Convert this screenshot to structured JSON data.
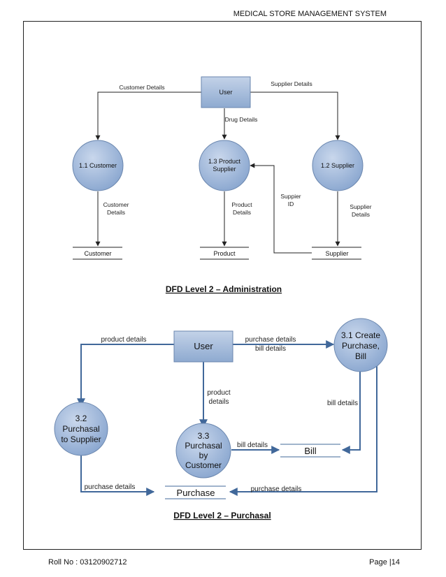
{
  "header": {
    "title": "MEDICAL STORE MANAGEMENT SYSTEM"
  },
  "footer": {
    "roll": "Roll No : 03120902712",
    "page": "Page |14"
  },
  "dfd_admin": {
    "caption": "DFD Level 2 – Administration",
    "user": "User",
    "p_customer": "1.1 Customer",
    "p_product_l1": "1.3 Product",
    "p_product_l2": "Supplier",
    "p_supplier": "1.2 Supplier",
    "s_customer": "Customer",
    "s_product": "Product",
    "s_supplier": "Supplier",
    "f_customer_details": "Customer Details",
    "f_supplier_details": "Supplier Details",
    "f_drug_details": "Drug Details",
    "f_cust_det_l1": "Customer",
    "f_cust_det_l2": "Details",
    "f_prod_det_l1": "Product",
    "f_prod_det_l2": "Details",
    "f_supp_id_l1": "Suppier",
    "f_supp_id_l2": "ID",
    "f_supp_det_l1": "Supplier",
    "f_supp_det_l2": "Details"
  },
  "dfd_purchasal": {
    "caption": "DFD Level 2 – Purchasal",
    "user": "User",
    "p_create_l1": "3.1 Create",
    "p_create_l2": "Purchase,",
    "p_create_l3": "Bill",
    "p_supplier_l1": "3.2",
    "p_supplier_l2": "Purchasal",
    "p_supplier_l3": "to Supplier",
    "p_customer_l1": "3.3",
    "p_customer_l2": "Purchasal",
    "p_customer_l3": "by",
    "p_customer_l4": "Customer",
    "s_bill": "Bill",
    "s_purchase": "Purchase",
    "f_product_details": "product details",
    "f_purchase_details": "purchase details",
    "f_bill_details": "bill details",
    "f_prod_det_l1": "product",
    "f_prod_det_l2": "details",
    "f_bill_details_right": "bill details",
    "f_bill_details_mid": "bill details",
    "f_purchase_details_left": "purchase details",
    "f_purchase_details_right": "purchase details"
  },
  "colors": {
    "entity_fill": "#9fb6d6",
    "process_fill": "#a3b9da",
    "arrow_admin": "#222222",
    "arrow_purchasal": "#41689a"
  }
}
